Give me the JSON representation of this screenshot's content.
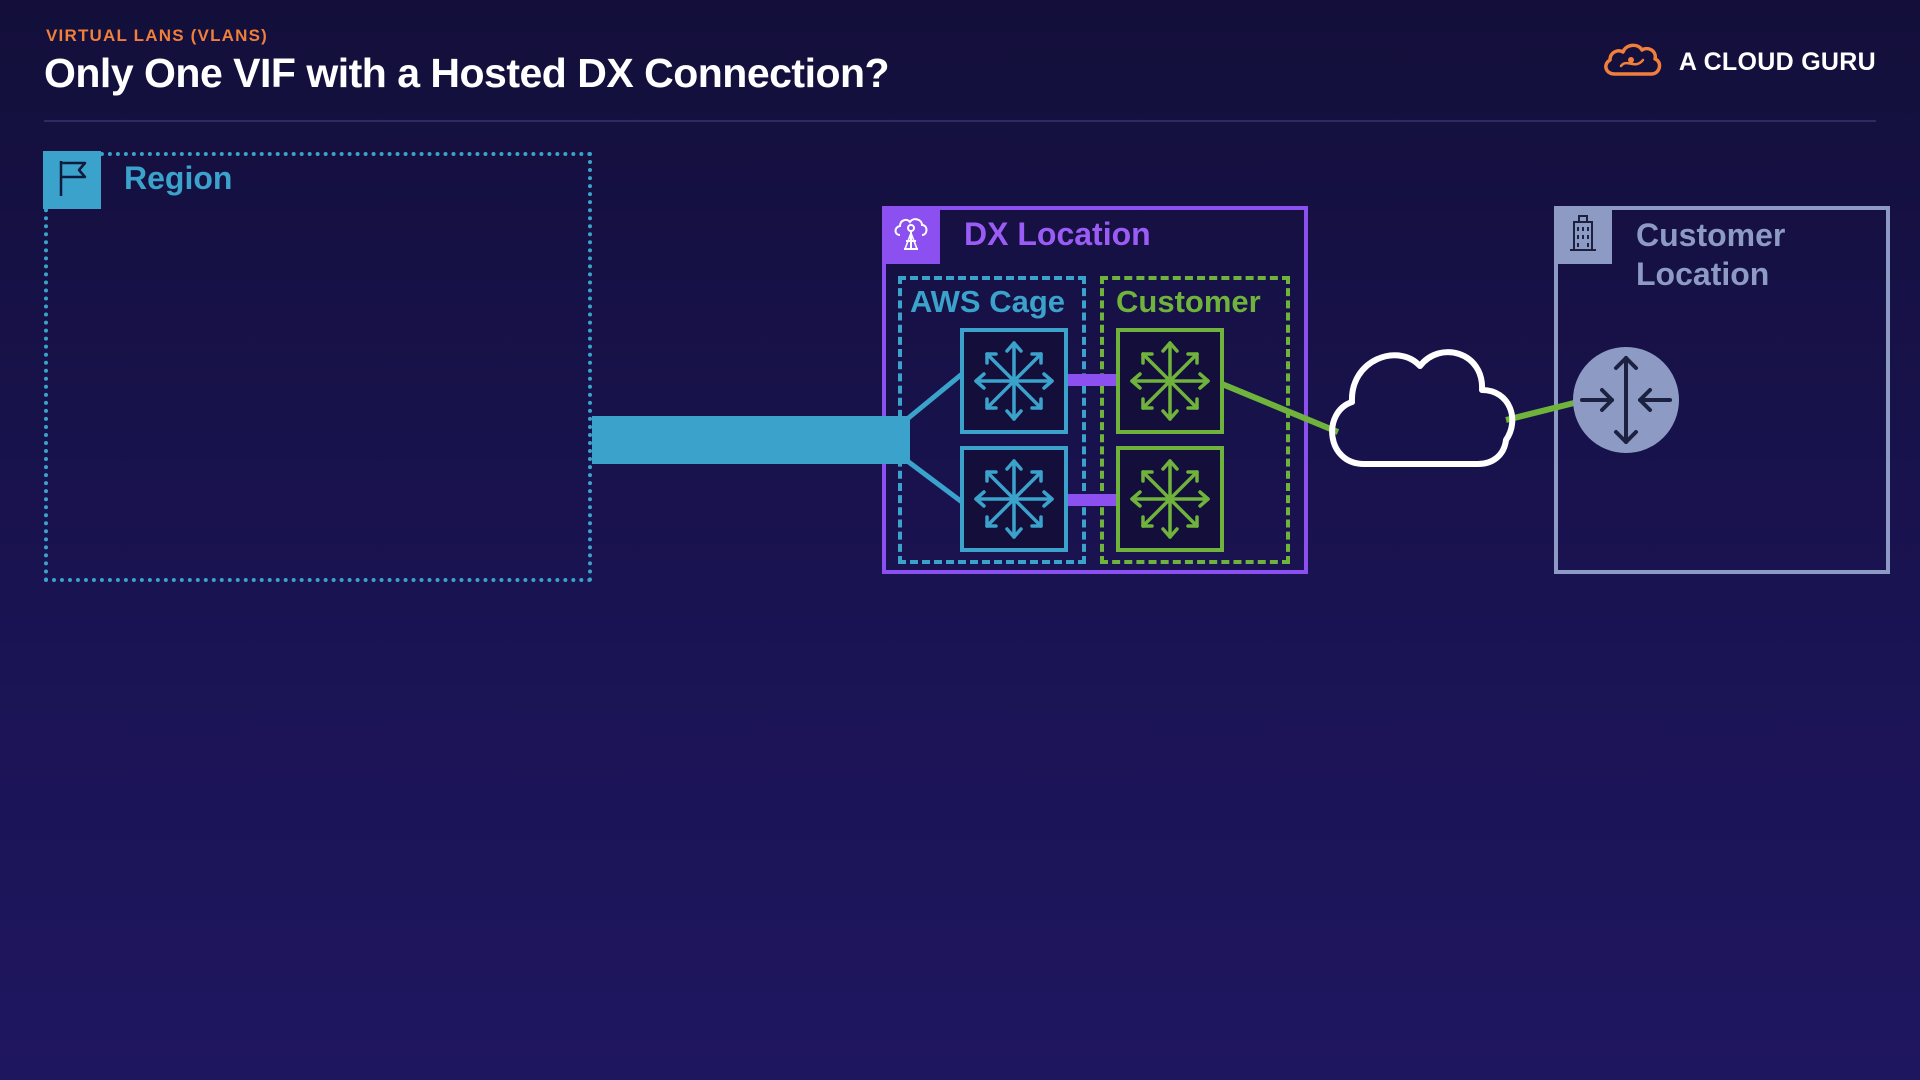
{
  "header": {
    "eyebrow": "VIRTUAL LANS (VLANS)",
    "title": "Only One VIF with a Hosted DX Connection?",
    "brand": "A CLOUD GURU",
    "brand_icon": "cloud-logo-icon"
  },
  "diagram": {
    "region": {
      "label": "Region",
      "icon": "flag-icon"
    },
    "dx_location": {
      "label": "DX Location",
      "icon": "dx-location-icon"
    },
    "aws_cage": {
      "label": "AWS Cage",
      "routers": [
        "aws-router-icon",
        "aws-router-icon"
      ]
    },
    "customer_cage": {
      "label": "Customer",
      "routers": [
        "customer-router-icon",
        "customer-router-icon"
      ]
    },
    "customer_location": {
      "label": "Customer Location",
      "icon": "building-icon",
      "router": "router-icon"
    },
    "network": {
      "icon": "cloud-icon"
    }
  },
  "colors": {
    "accent_orange": "#f07f3c",
    "region_blue": "#3aa2cb",
    "dx_purple": "#8c4ff0",
    "customer_green": "#6fb33c",
    "customer_location_gray": "#8d9bc4",
    "background": "#150f44"
  }
}
